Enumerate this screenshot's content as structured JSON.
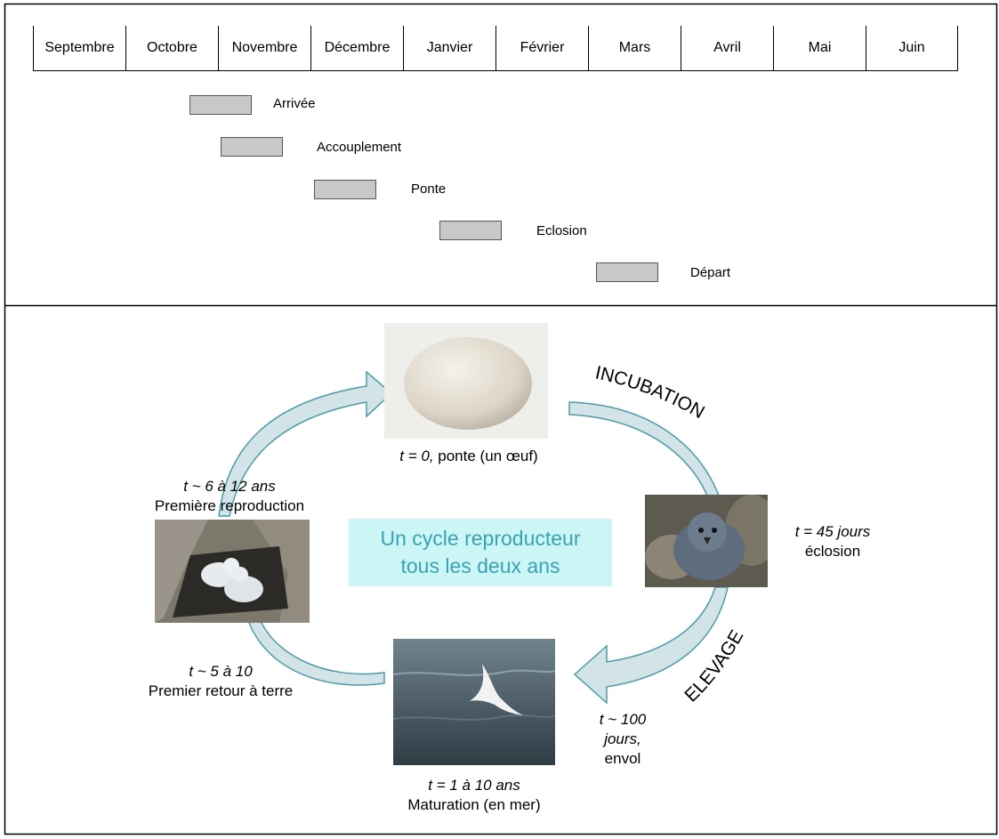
{
  "timeline": {
    "months": [
      "Septembre",
      "Octobre",
      "Novembre",
      "Décembre",
      "Janvier",
      "Février",
      "Mars",
      "Avril",
      "Mai",
      "Juin"
    ],
    "events": [
      {
        "label": "Arrivée"
      },
      {
        "label": "Accouplement"
      },
      {
        "label": "Ponte"
      },
      {
        "label": "Eclosion"
      },
      {
        "label": "Départ"
      }
    ]
  },
  "cycle": {
    "center_text": [
      "Un cycle reproducteur",
      "tous les deux ans"
    ],
    "arc_incubation": "INCUBATION",
    "arc_elevage": "ELEVAGE",
    "egg": {
      "t_label": "t = 0,",
      "desc": " ponte (un œuf)"
    },
    "chick": {
      "t_label": "t = 45 jours",
      "desc": "éclosion"
    },
    "fledge": {
      "t_line1": "t ~ 100",
      "t_line2": "jours,",
      "desc": "envol"
    },
    "sea": {
      "t_label": "t = 1 à 10 ans",
      "desc": "Maturation (en mer)"
    },
    "return": {
      "t_label": "t ~ 5 à 10",
      "desc": "Premier retour à terre"
    },
    "repro": {
      "t_label": "t ~ 6 à 12 ans",
      "desc": "Première reproduction"
    }
  },
  "colors": {
    "arrow_fill": "#d3e4e8",
    "arrow_stroke": "#4b9ba8",
    "center_bg": "#ccf5f5",
    "center_text": "#3aa3b2",
    "bar_fill": "#c8c8c8"
  }
}
